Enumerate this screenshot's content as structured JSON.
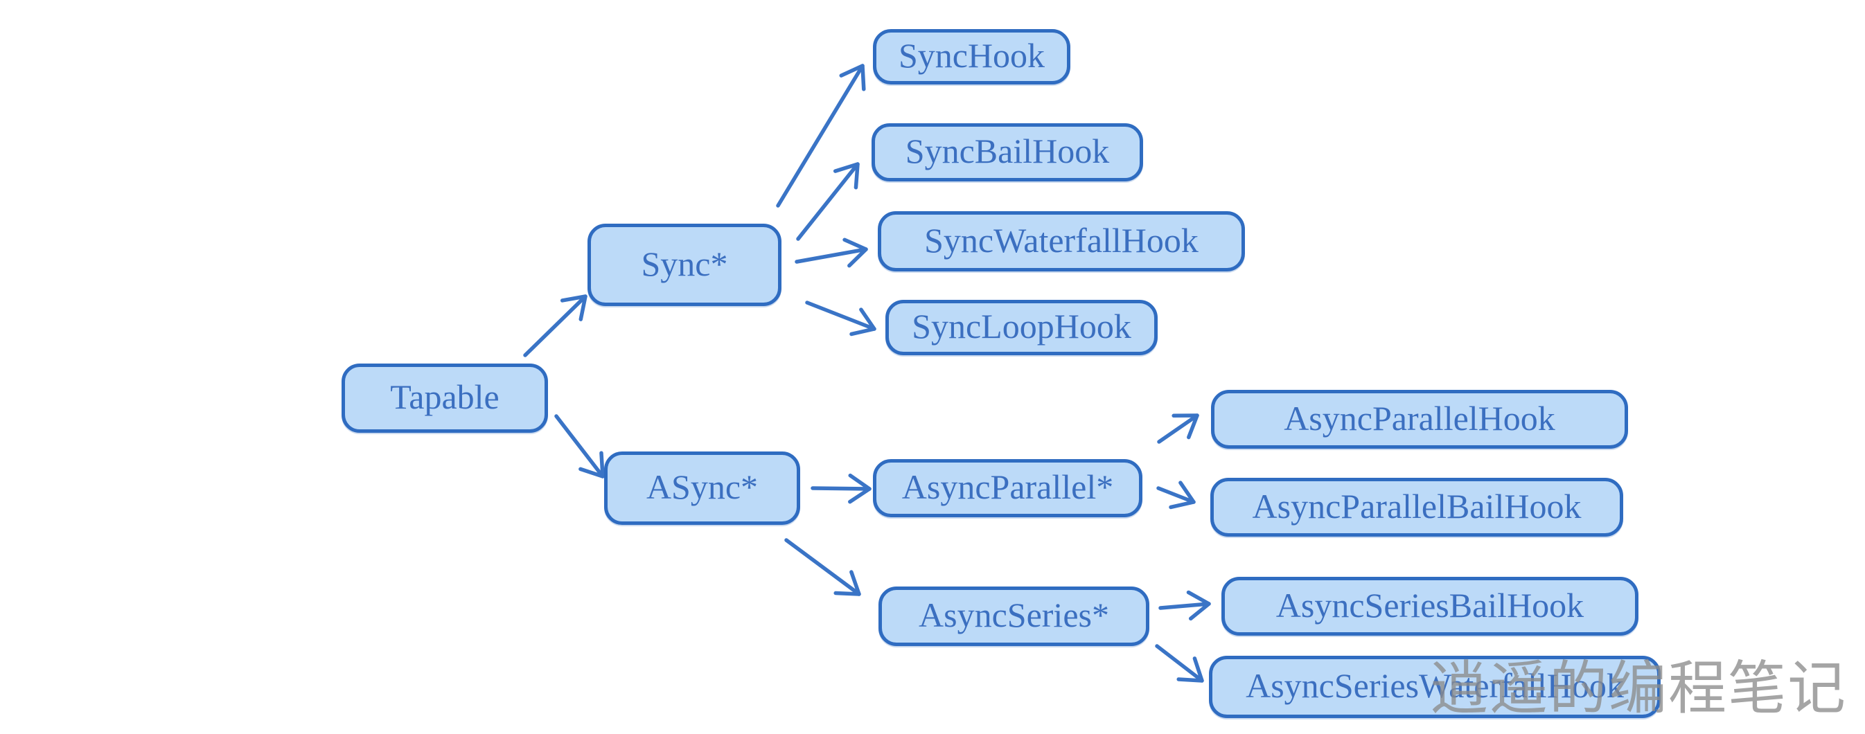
{
  "diagram": {
    "nodes": {
      "tapable": {
        "label": "Tapable"
      },
      "sync": {
        "label": "Sync*"
      },
      "syncHook": {
        "label": "SyncHook"
      },
      "syncBailHook": {
        "label": "SyncBailHook"
      },
      "syncWaterfallHook": {
        "label": "SyncWaterfallHook"
      },
      "syncLoopHook": {
        "label": "SyncLoopHook"
      },
      "async": {
        "label": "ASync*"
      },
      "asyncParallel": {
        "label": "AsyncParallel*"
      },
      "asyncParallelHook": {
        "label": "AsyncParallelHook"
      },
      "asyncParallelBailHook": {
        "label": "AsyncParallelBailHook"
      },
      "asyncSeries": {
        "label": "AsyncSeries*"
      },
      "asyncSeriesBailHook": {
        "label": "AsyncSeriesBailHook"
      },
      "asyncSeriesWaterfallHook": {
        "label": "AsyncSeriesWaterfallHook"
      }
    },
    "edges": [
      "Tapable→Sync*",
      "Tapable→ASync*",
      "Sync*→SyncHook",
      "Sync*→SyncBailHook",
      "Sync*→SyncWaterfallHook",
      "Sync*→SyncLoopHook",
      "ASync*→AsyncParallel*",
      "ASync*→AsyncSeries*",
      "AsyncParallel*→AsyncParallelHook",
      "AsyncParallel*→AsyncParallelBailHook",
      "AsyncSeries*→AsyncSeriesBailHook",
      "AsyncSeries*→AsyncSeriesWaterfallHook"
    ],
    "watermark": "逍遥的编程笔记"
  },
  "colors": {
    "node_fill": "#bcdaf8",
    "node_border": "#2f6cc1",
    "node_text": "#3b6fc0",
    "arrow": "#3a74c6",
    "watermark": "#8c8c8c",
    "page_bg": "#ffffff"
  }
}
